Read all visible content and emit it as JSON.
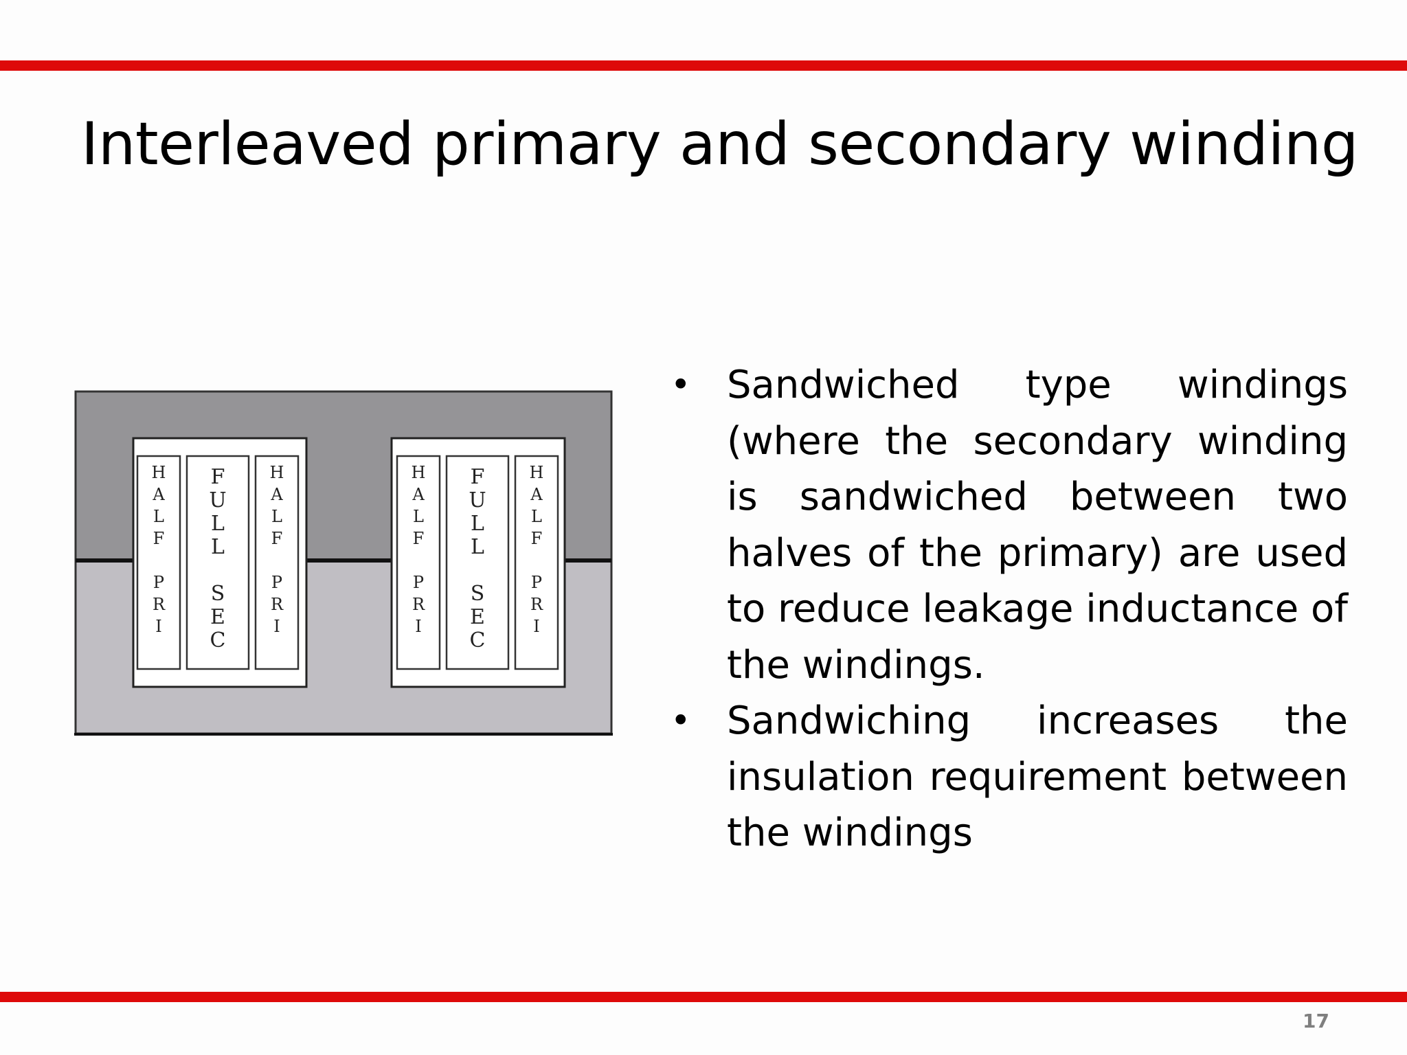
{
  "slide": {
    "title": "Interleaved primary and secondary winding",
    "page_number": "17",
    "accent_color": "#de0a0a"
  },
  "diagram": {
    "coils": [
      {
        "columns": [
          {
            "label": "HALF PRI",
            "letters": [
              "H",
              "A",
              "L",
              "F",
              "",
              "P",
              "R",
              "I"
            ]
          },
          {
            "label": "FULL SEC",
            "letters": [
              "F",
              "U",
              "L",
              "L",
              "",
              "S",
              "E",
              "C"
            ]
          },
          {
            "label": "HALF PRI",
            "letters": [
              "H",
              "A",
              "L",
              "F",
              "",
              "P",
              "R",
              "I"
            ]
          }
        ]
      },
      {
        "columns": [
          {
            "label": "HALF PRI",
            "letters": [
              "H",
              "A",
              "L",
              "F",
              "",
              "P",
              "R",
              "I"
            ]
          },
          {
            "label": "FULL SEC",
            "letters": [
              "F",
              "U",
              "L",
              "L",
              "",
              "S",
              "E",
              "C"
            ]
          },
          {
            "label": "HALF PRI",
            "letters": [
              "H",
              "A",
              "L",
              "F",
              "",
              "P",
              "R",
              "I"
            ]
          }
        ]
      }
    ],
    "colors": {
      "core_upper": "#959497",
      "core_lower": "#c0bec3",
      "window": "#ffffff"
    }
  },
  "bullets": [
    "Sandwiched type windings (where the secondary winding is sandwiched between two halves of the primary) are used to reduce leakage inductance of the windings.",
    "Sandwiching increases the insulation requirement between the windings"
  ]
}
